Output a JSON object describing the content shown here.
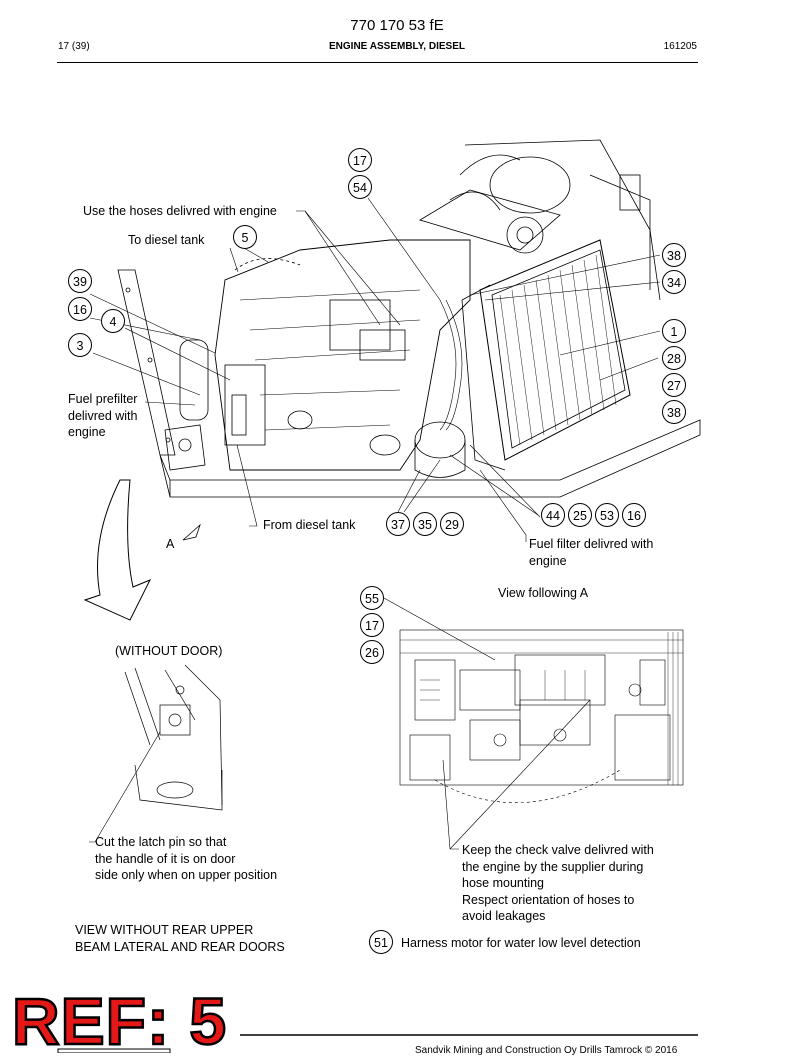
{
  "header": {
    "doc_number": "770 170 53 fE",
    "page": "17 (39)",
    "title": "ENGINE ASSEMBLY, DIESEL",
    "date": "161205"
  },
  "labels": {
    "hoses": "Use the hoses delivred with engine",
    "to_tank": "To diesel tank",
    "prefilter": "Fuel prefilter\ndelivred with\nengine",
    "from_tank": "From diesel tank",
    "view_a_marker": "A",
    "fuel_filter": "Fuel filter delivred with\nengine",
    "view_following": "View following A",
    "without_door": "(WITHOUT DOOR)",
    "latch": "Cut the latch pin so that\nthe handle of it is on door\nside only when on upper position",
    "check_valve": "Keep the check valve delivred with\nthe engine by the supplier during\nhose mounting\nRespect orientation of hoses to\navoid leakages",
    "view_without": "VIEW WITHOUT REAR UPPER\nBEAM LATERAL AND REAR DOORS",
    "harness": "Harness motor for water low level detection"
  },
  "callouts": {
    "c17a": "17",
    "c54": "54",
    "c5": "5",
    "c38a": "38",
    "c34": "34",
    "c39": "39",
    "c16a": "16",
    "c4": "4",
    "c3": "3",
    "c1": "1",
    "c28": "28",
    "c27": "27",
    "c38b": "38",
    "c44": "44",
    "c25": "25",
    "c53": "53",
    "c16b": "16",
    "c37": "37",
    "c35": "35",
    "c29": "29",
    "c55": "55",
    "c17b": "17",
    "c26": "26",
    "c51": "51"
  },
  "stamp": "REF: 5",
  "footer": "Sandvik Mining and Construction Oy Drills Tamrock © 2016"
}
